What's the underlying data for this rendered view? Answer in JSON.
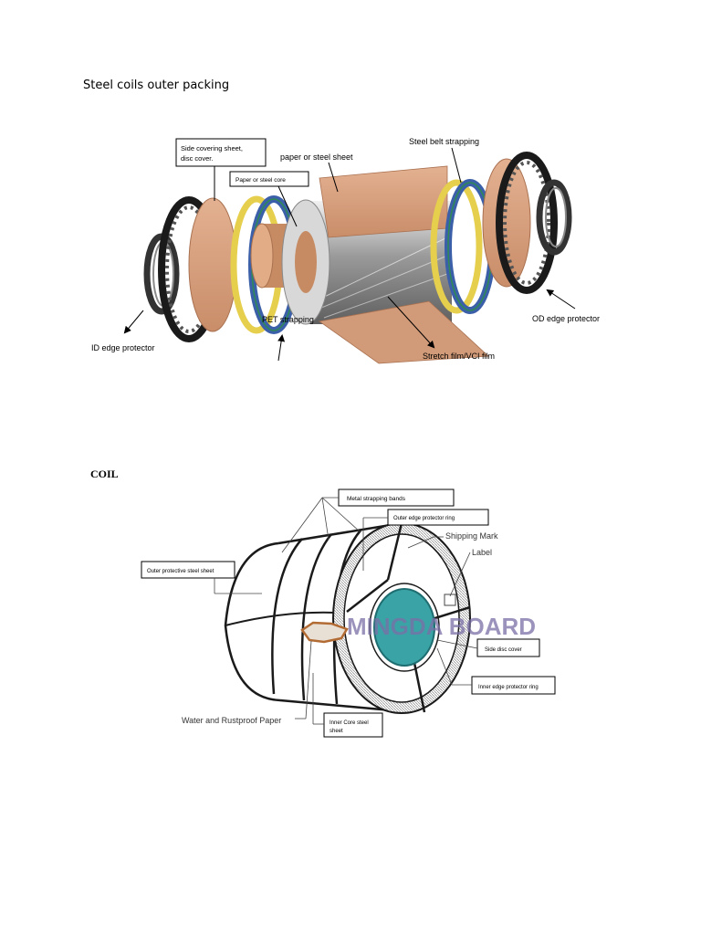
{
  "heading": "Steel coils outer packing",
  "diagram1": {
    "labels": {
      "side_cover_l1": "Side covering sheet,",
      "side_cover_l2": "disc cover.",
      "paper_core": "Paper or steel core",
      "paper_sheet": "paper or steel sheet",
      "steel_belt": "Steel belt strapping",
      "od_protector": "OD edge protector",
      "id_protector": "ID edge protector",
      "pet_strapping": "PET strapping",
      "stretch_film": "Stretch film/VCI film"
    }
  },
  "diagram2": {
    "title": "COIL",
    "labels": {
      "metal_strapping": "Metal strapping bands",
      "outer_edge_ring": "Outer edge protector ring",
      "shipping_mark": "Shipping Mark",
      "label": "Label",
      "outer_sheet": "Outer protective steel sheet",
      "side_disc": "Side disc cover",
      "inner_edge_ring": "Inner edge protector ring",
      "inner_core_l1": "Inner Core steel",
      "inner_core_l2": "sheet",
      "water_paper": "Water and Rustproof Paper"
    },
    "watermark": "MINGDA BOARD"
  },
  "colors": {
    "kraft": "#d9a27f",
    "blue_band": "#3b5fa8",
    "yellow_strap": "#e5cf4d",
    "teal_disc": "#3aa3a6",
    "watermark": "#7a6fa6"
  }
}
